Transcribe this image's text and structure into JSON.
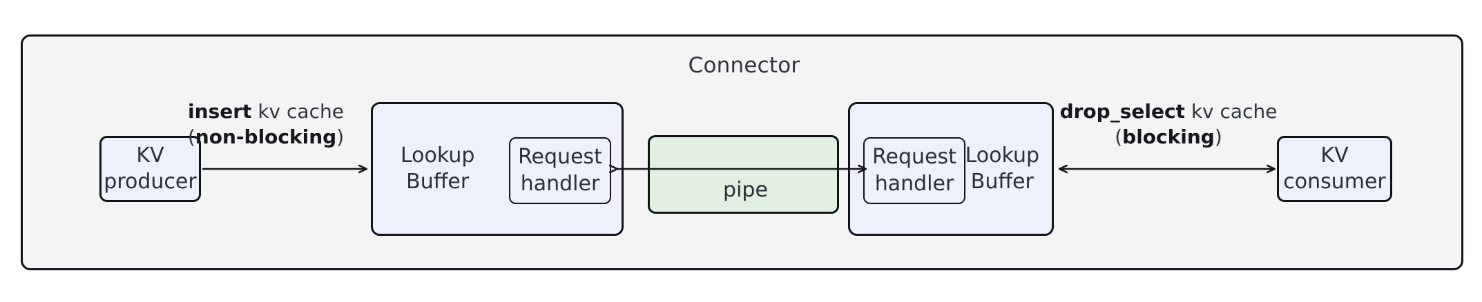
{
  "diagram": {
    "type": "block-diagram",
    "title": "Connector",
    "background_color": "#ffffff",
    "container_fill": "#f4f4f4",
    "node_fill": "#eef1fb",
    "pipe_fill": "#e2f0e4",
    "stroke_color": "#111318"
  },
  "nodes": {
    "kv_producer": {
      "line1": "KV",
      "line2": "producer"
    },
    "kv_consumer": {
      "line1": "KV",
      "line2": "consumer"
    },
    "lookup_buffer_left": {
      "line1": "Lookup",
      "line2": "Buffer"
    },
    "lookup_buffer_right": {
      "line1": "Lookup",
      "line2": "Buffer"
    },
    "request_handler_left": {
      "line1": "Request",
      "line2": "handler"
    },
    "request_handler_right": {
      "line1": "Request",
      "line2": "handler"
    },
    "pipe": {
      "label": "pipe"
    }
  },
  "edges": {
    "insert": {
      "line1_bold": "insert",
      "line1_rest": " kv cache",
      "line2_open": "(",
      "line2_bold": "non-blocking",
      "line2_close": ")",
      "direction": "right"
    },
    "drop_select": {
      "line1_bold": "drop_select",
      "line1_rest": " kv cache",
      "line2_open": "(",
      "line2_bold": "blocking",
      "line2_close": ")",
      "direction": "bidirectional"
    },
    "pipe_left": {
      "direction": "left"
    },
    "pipe_right": {
      "direction": "right"
    }
  }
}
